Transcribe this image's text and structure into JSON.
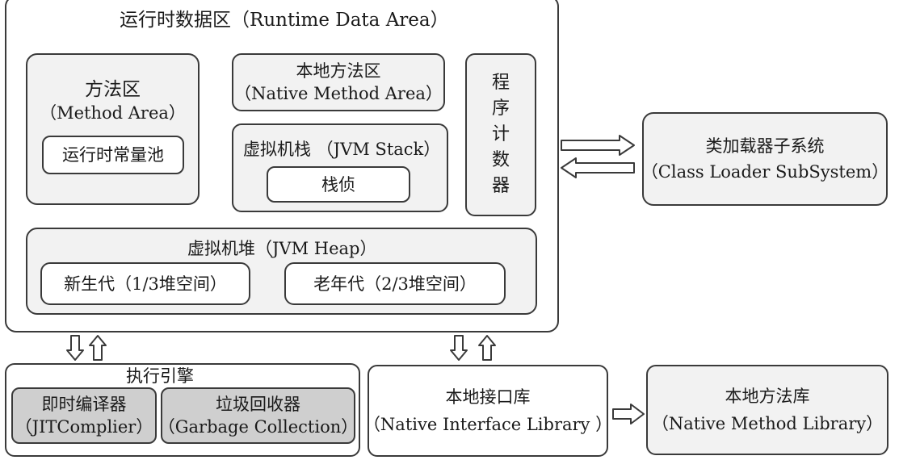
{
  "runtime_area": {
    "title": "运行时数据区（Runtime Data Area）",
    "method_area": {
      "title_cn": "方法区",
      "title_en": "（Method Area）",
      "constant_pool": "运行时常量池"
    },
    "native_method_area": {
      "title_cn": "本地方法区",
      "title_en": "（Native Method Area）"
    },
    "jvm_stack": {
      "title": "虚拟机栈 （JVM Stack）",
      "frame": "栈侦"
    },
    "program_counter": [
      "程",
      "序",
      "计",
      "数",
      "器"
    ],
    "jvm_heap": {
      "title": "虚拟机堆（JVM Heap）",
      "young_gen": "新生代（1/3堆空间）",
      "old_gen": "老年代（2/3堆空间）"
    }
  },
  "class_loader": {
    "title_cn": "类加载器子系统",
    "title_en": "（Class Loader SubSystem）"
  },
  "execution_engine": {
    "title": "执行引擎",
    "jit": {
      "title_cn": "即时编译器",
      "title_en": "（JITComplier）"
    },
    "gc": {
      "title_cn": "垃圾回收器",
      "title_en": "（Garbage Collection）"
    }
  },
  "native_interface": {
    "title_cn": "本地接口库",
    "title_en": "（Native Interface Library ）"
  },
  "native_method_library": {
    "title_cn": "本地方法库",
    "title_en": "（Native Method Library）"
  },
  "arrows": {
    "color": "#3a3a3a"
  }
}
